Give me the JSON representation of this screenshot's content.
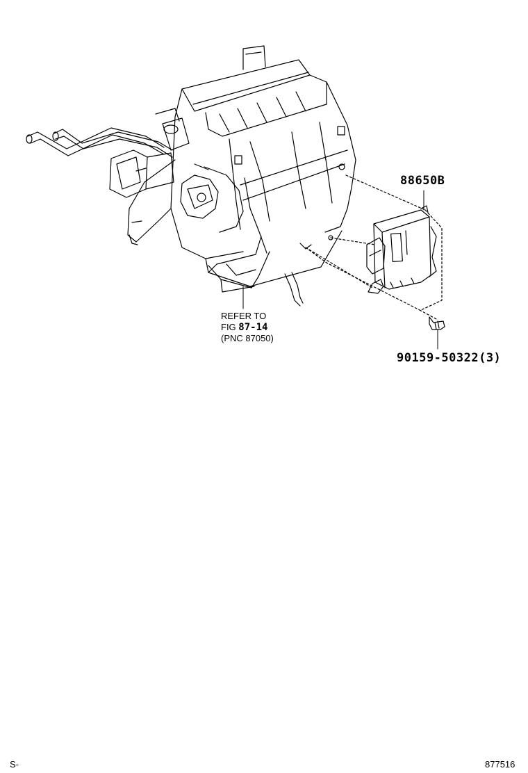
{
  "callouts": {
    "controller": "88650B",
    "screw": "90159-50322(3)"
  },
  "reference": {
    "line1": "REFER TO",
    "line2_prefix": "FIG",
    "line2_figure": "87-14",
    "line3": "(PNC 87050)"
  },
  "footer": {
    "left_mark": "S-",
    "figure_id": "877516"
  },
  "colors": {
    "ink": "#000000",
    "paper": "#ffffff"
  }
}
